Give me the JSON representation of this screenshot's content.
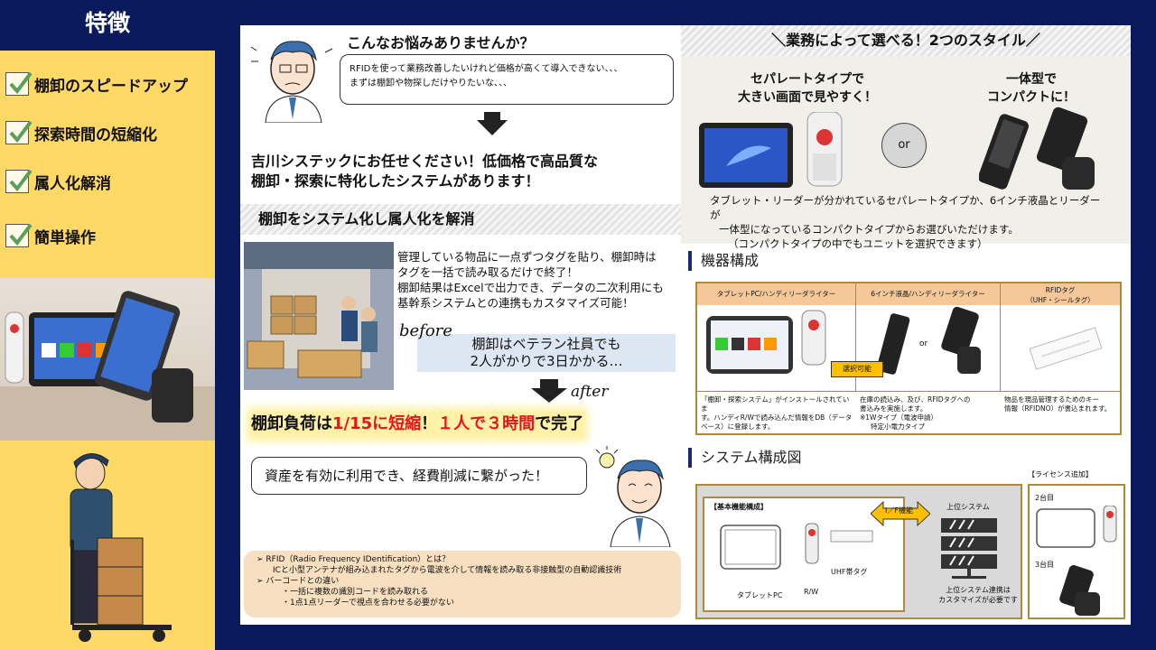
{
  "sidebar": {
    "title": "特徴",
    "features": [
      "棚卸のスピードアップ",
      "探索時間の短縮化",
      "属人化解消",
      "簡単操作"
    ]
  },
  "left": {
    "worries_title": "こんなお悩みありませんか？",
    "worries_lines": [
      "RFIDを使って業務改善したいけれど価格が高くて導入できない、、、",
      "まずは棚卸や物探しだけやりたいな、、、"
    ],
    "solution_lines": [
      "吉川システックにお任せください！低価格で高品質な",
      "棚卸・探索に特化したシステムがあります！"
    ],
    "section_title": "棚卸をシステム化し属人化を解消",
    "desc_lines": [
      "管理している物品に一点ずつタグを貼り、棚卸時は",
      "タグを一括で読み取るだけで終了！",
      "棚卸結果はExcelで出力でき、データの二次利用にも",
      "基幹系システムとの連携もカスタマイズ可能！"
    ],
    "before_label": "before",
    "before_lines": [
      "棚卸はベテラン社員でも",
      "2人がかりで3日かかる…"
    ],
    "after_label": "after",
    "result": {
      "p1": "棚卸負荷は",
      "p2": "1/15に短縮",
      "p3": "！",
      "p4": "１人で３時間",
      "p5": "で完了"
    },
    "voice": "資産を有効に利用でき、経費削減に繋がった！",
    "rfid_lines": [
      "➢ RFID（Radio Frequency IDentification）とは？",
      "ICと小型アンテナが組み込まれたタグから電波を介して情報を読み取る非接触型の自動認識技術",
      "➢ バーコードとの違い",
      "・一括に複数の識別コードを読み取れる",
      "・1点1点リーダーで視点を合わせる必要がない"
    ]
  },
  "right": {
    "section_title": "＼業務によって選べる！2つのスタイル／",
    "sep_caption": [
      "セパレートタイプで",
      "大きい画面で見やすく！"
    ],
    "one_caption": [
      "一体型で",
      "コンパクトに！"
    ],
    "or": "or",
    "style_desc": [
      "タブレット・リーダーが分かれているセパレートタイプか、6インチ液晶とリーダーが",
      "一体型になっているコンパクトタイプからお選びいただけます。",
      "（コンパクトタイプの中でもユニットを選択できます）"
    ],
    "kiki_title": "機器構成",
    "kiki_headers": [
      "タブレットPC/ハンディリーダライター",
      "6インチ液晶/ハンディリーダライター",
      "RFIDタグ\n（UHF・シールタグ）"
    ],
    "kiki_select": "選択可能",
    "kiki_or": "or",
    "kiki_desc": [
      [
        "「棚卸・探索システム」がインストールされていま",
        "す。ハンディR/Wで読み込んだ情報をDB（データ",
        "ベース）に登録します。"
      ],
      [
        "在庫の読込み、及び、RFIDタグへの",
        "書込みを実施します。",
        "※1Wタイプ（電波申請）",
        "特定小電力タイプ"
      ],
      [
        "物品を現品管理するためのキー",
        "情報（RFIDNO）が書込まれます。"
      ]
    ],
    "sys_title": "システム構成図",
    "basic_label": "【基本機能構成】",
    "if_label": "I／F機能",
    "tablet_label": "タブレットPC",
    "rw_label": "R/W",
    "uhf_label": "UHF帯タグ",
    "upper_label": "上位システム",
    "upper_note": [
      "上位システム連携は",
      "カスタマイズが必要です"
    ],
    "license_label": "【ライセンス追加】",
    "unit2": "2台目",
    "unit3": "3台目"
  },
  "colors": {
    "navy": "#0a1a5c",
    "yellow": "#ffd966",
    "red": "#e8141c",
    "gold": "#b08a3c",
    "peach": "#f7dfc0"
  }
}
